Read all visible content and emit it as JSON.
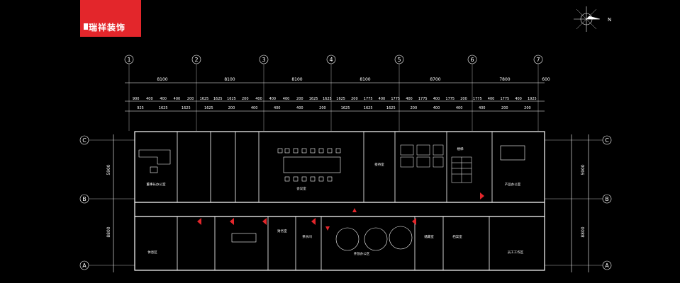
{
  "brand": {
    "name": "瑞祥装饰",
    "accent": "#e3262b"
  },
  "compass": {
    "north_label": "N"
  },
  "grid": {
    "columns": [
      "1",
      "2",
      "3",
      "4",
      "5",
      "6",
      "7"
    ],
    "rows": [
      "C",
      "B",
      "A"
    ]
  },
  "dimensions": {
    "bays": [
      "8100",
      "8100",
      "8100",
      "8100",
      "8700",
      "7800"
    ],
    "end_offset": "600",
    "row1": [
      "900",
      "400",
      "400",
      "400",
      "200",
      "1625",
      "1625",
      "1625",
      "200",
      "400",
      "400",
      "400",
      "200",
      "1625",
      "1625",
      "1625",
      "200",
      "1775",
      "400",
      "1775",
      "400",
      "1775",
      "400",
      "1775",
      "200",
      "1775",
      "400",
      "1775",
      "400",
      "1925"
    ],
    "row2": [
      "925",
      "1625",
      "1625",
      "1625",
      "200",
      "400",
      "400",
      "400",
      "200",
      "1625",
      "1625",
      "1625",
      "200",
      "400",
      "400",
      "400",
      "200",
      "200"
    ],
    "left_vertical": [
      "5900",
      "8800"
    ],
    "right_vertical": [
      "5900",
      "8800"
    ]
  },
  "rooms": {
    "manager": "董事长办公室",
    "meeting": "会议室",
    "reception": "接待室",
    "product": "产品办公室",
    "lounge": "休息区",
    "finance": "财务室",
    "tea": "茶水间",
    "open_office": "开放办公区",
    "storage": "储藏室",
    "archive": "档案室",
    "staff": "员工工作区",
    "stair": "楼梯"
  },
  "colors": {
    "line": "#ffffff",
    "marker": "#e3262b",
    "background": "#000000"
  }
}
